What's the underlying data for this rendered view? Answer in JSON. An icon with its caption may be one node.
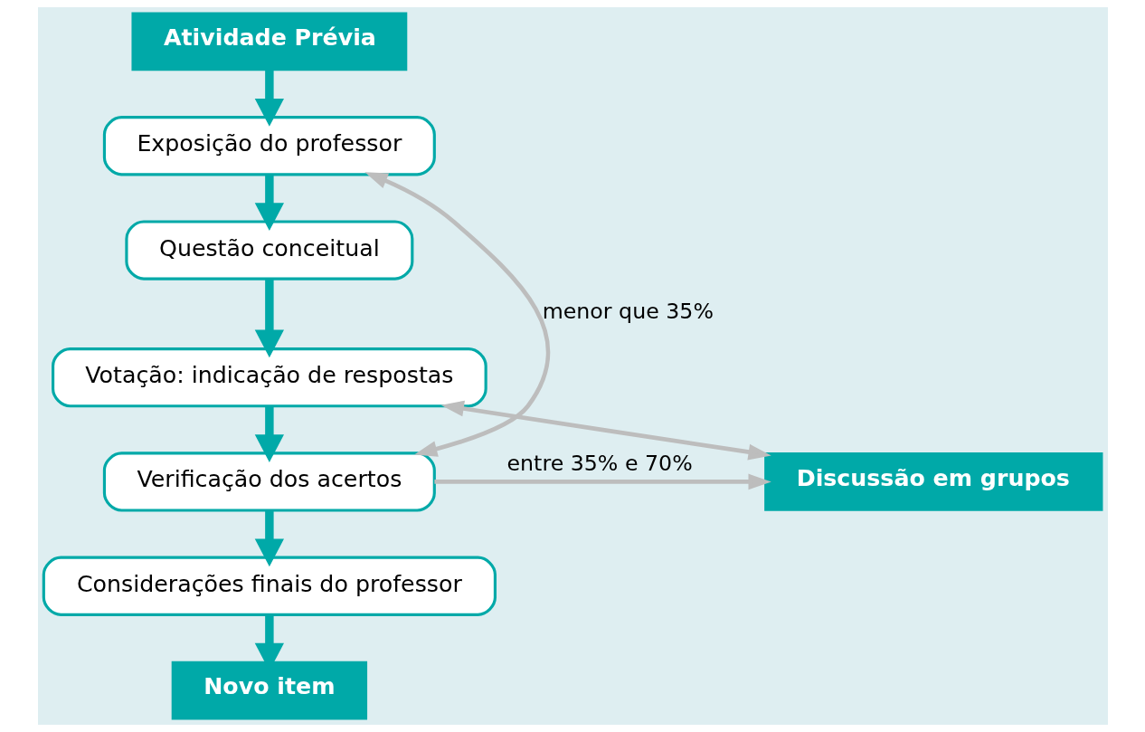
{
  "diagram": {
    "nodes": [
      {
        "text": [
          "Atividade Prévia"
        ]
      },
      {
        "text": [
          "Exposição do professor"
        ]
      },
      {
        "text": [
          "Questão conceitual"
        ]
      },
      {
        "text": [
          "Votação: indicação de respostas"
        ]
      },
      {
        "text": [
          "Verificação dos acertos"
        ]
      },
      {
        "text": [
          "Discussão em grupos"
        ]
      },
      {
        "text": [
          "Considerações finais do professor"
        ]
      },
      {
        "text": [
          "Novo item"
        ]
      }
    ],
    "edges": [
      {
        "from": 0,
        "to": 1,
        "arrow": "to"
      },
      {
        "from": 1,
        "to": 2,
        "arrow": "to"
      },
      {
        "from": 2,
        "to": 3,
        "arrow": "to"
      },
      {
        "from": 3,
        "to": 4,
        "arrow": "to"
      },
      {
        "from": 4,
        "to": 1,
        "arrow": "both",
        "label": "menor que 35%",
        "color": "#bdbdbd"
      },
      {
        "from": 4,
        "to": 5,
        "arrow": "to",
        "label": "entre 35% e 70%",
        "color": "#bdbdbd"
      },
      {
        "from": 5,
        "to": 3,
        "arrow": "both",
        "color": "#bdbdbd"
      },
      {
        "from": 4,
        "to": 6,
        "arrow": "to"
      },
      {
        "from": 6,
        "to": 7,
        "arrow": "to"
      }
    ]
  }
}
